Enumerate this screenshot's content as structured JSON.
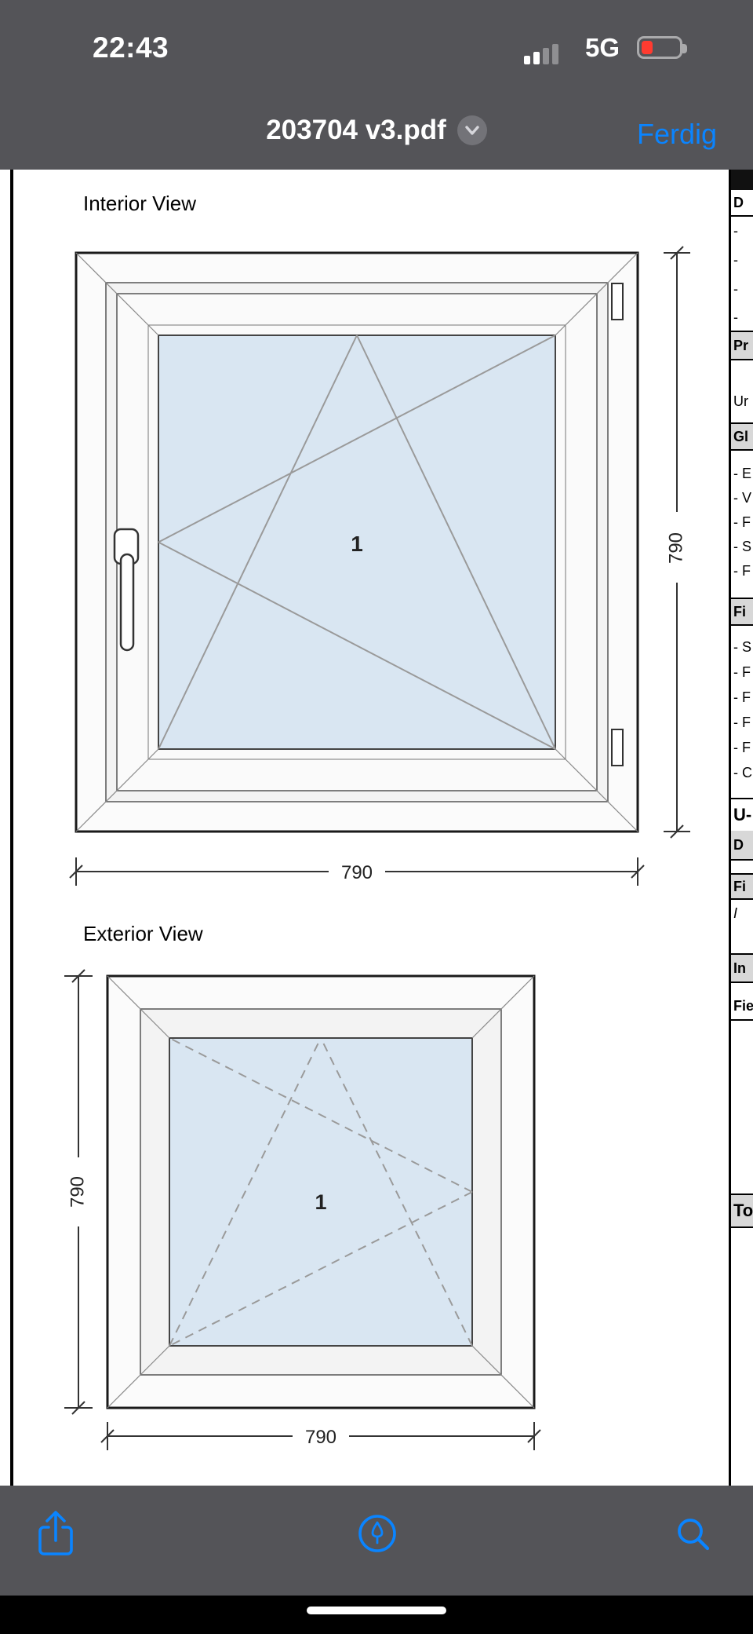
{
  "status_bar": {
    "time": "22:43",
    "network": "5G",
    "battery_color": "#FF3B30"
  },
  "nav_bar": {
    "title": "203704 v3.pdf",
    "done_label": "Ferdig"
  },
  "pdf": {
    "interior": {
      "label": "Interior View",
      "pane": "1",
      "width_dim": "790",
      "height_dim": "790"
    },
    "exterior": {
      "label": "Exterior View",
      "pane": "1",
      "width_dim": "790",
      "height_dim": "790"
    },
    "side_table_rows": [
      "",
      "D",
      "-",
      "-",
      "-",
      "-",
      "Pr",
      "Ur",
      "Gl",
      "- E",
      "- V",
      "- F",
      "- S",
      "- F",
      "Fi",
      "- S",
      "- F",
      "- F",
      "- F",
      "- F",
      "- C",
      "U-",
      "D",
      "Fi",
      "I",
      "In",
      "Fie",
      "To"
    ]
  },
  "toolbar": {
    "icons": [
      "share-icon",
      "markup-icon",
      "search-icon"
    ]
  },
  "colors": {
    "accent": "#0A84FF",
    "chrome": "#545458",
    "glass": "#D9E6F2",
    "page": "#FFFFFF"
  }
}
